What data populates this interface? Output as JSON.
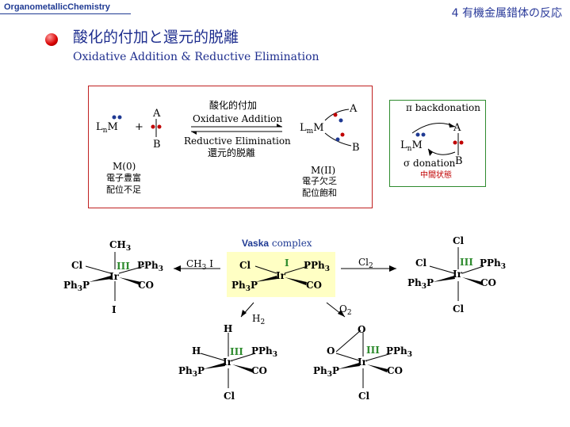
{
  "header": {
    "left": "OrganometallicChemistry",
    "right": "4 有機金属錯体の反応"
  },
  "title": {
    "jp": "酸化的付加と還元的脱離",
    "en": "Oxidative Addition & Reductive Elimination"
  },
  "scheme": {
    "lnm": "L",
    "lnm_sub": "n",
    "lnm_m": "M",
    "plus": "+",
    "A": "A",
    "B": "B",
    "m0": "M(0)",
    "m0_d1": "電子豊富",
    "m0_d2": "配位不足",
    "oa_jp": "酸化的付加",
    "oa_en": "Oxidative Addition",
    "re_en": "Reductive Elimination",
    "re_jp": "還元的脱離",
    "m2": "M(II)",
    "m2_d1": "電子欠乏",
    "m2_d2": "配位飽和",
    "pi": "π backdonation",
    "sigma": "σ donation",
    "inter": "中間状態"
  },
  "vaska": {
    "name": "Vaska",
    "suffix": " complex"
  },
  "reagents": {
    "ch3i": "CH",
    "ch3i_sub": "3",
    "ch3i_end": " I",
    "cl2": "Cl",
    "cl2_sub": "2",
    "h2": "H",
    "h2_sub": "2",
    "o2": "O",
    "o2_sub": "2"
  },
  "labels": {
    "Ir": "Ir",
    "III": "III",
    "I_ox": "I",
    "Cl": "Cl",
    "PPh": "PPh",
    "ph3": "3",
    "Ph": "Ph",
    "CO": "CO",
    "CH": "CH",
    "H": "H",
    "O": "O",
    "Iodine": "I"
  }
}
